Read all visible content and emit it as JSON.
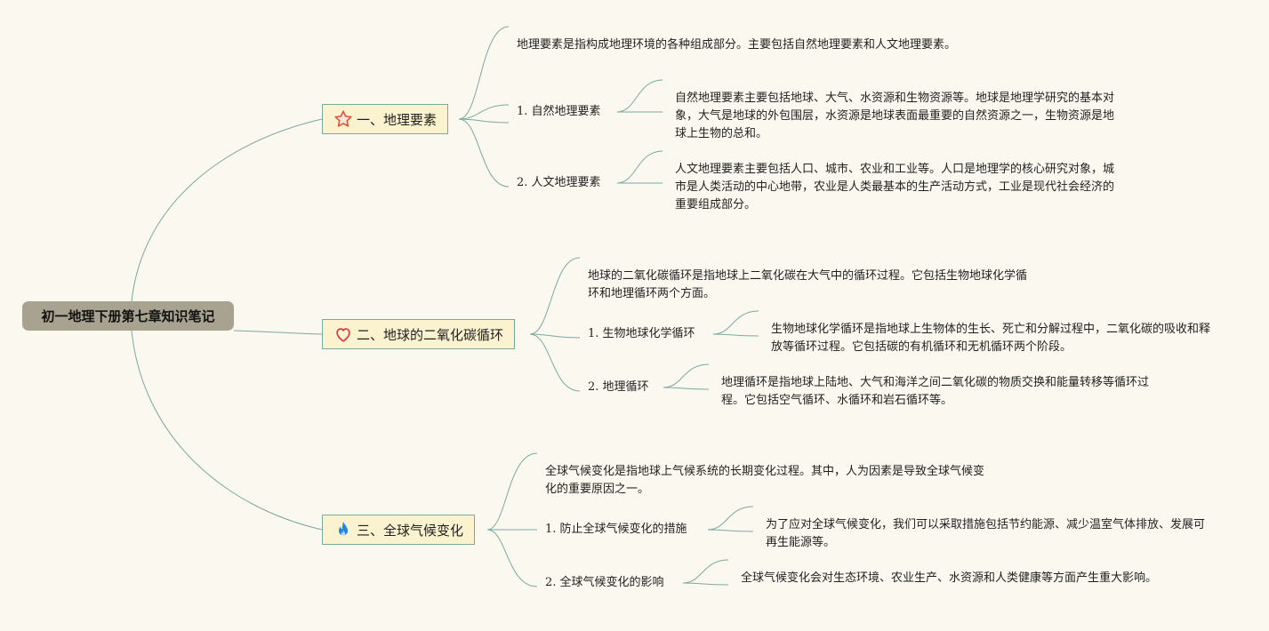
{
  "root": {
    "title": "初一地理下册第七章知识笔记"
  },
  "topics": [
    {
      "label": "一、地理要素",
      "icon": "star-icon",
      "intro": "地理要素是指构成地理环境的各种组成部分。主要包括自然地理要素和人文地理要素。",
      "subs": [
        {
          "label": "1. 自然地理要素",
          "detail": "自然地理要素主要包括地球、大气、水资源和生物资源等。地球是地理学研究的基本对象，大气是地球的外包围层，水资源是地球表面最重要的自然资源之一，生物资源是地球上生物的总和。"
        },
        {
          "label": "2. 人文地理要素",
          "detail": "人文地理要素主要包括人口、城市、农业和工业等。人口是地理学的核心研究对象，城市是人类活动的中心地带，农业是人类最基本的生产活动方式，工业是现代社会经济的重要组成部分。"
        }
      ]
    },
    {
      "label": "二、地球的二氧化碳循环",
      "icon": "heart-icon",
      "intro": "地球的二氧化碳循环是指地球上二氧化碳在大气中的循环过程。它包括生物地球化学循环和地理循环两个方面。",
      "subs": [
        {
          "label": "1. 生物地球化学循环",
          "detail": "生物地球化学循环是指地球上生物体的生长、死亡和分解过程中，二氧化碳的吸收和释放等循环过程。它包括碳的有机循环和无机循环两个阶段。"
        },
        {
          "label": "2. 地理循环",
          "detail": "地理循环是指地球上陆地、大气和海洋之间二氧化碳的物质交换和能量转移等循环过程。它包括空气循环、水循环和岩石循环等。"
        }
      ]
    },
    {
      "label": "三、全球气候变化",
      "icon": "fire-icon",
      "intro": "全球气候变化是指地球上气候系统的长期变化过程。其中，人为因素是导致全球气候变化的重要原因之一。",
      "subs": [
        {
          "label": "1. 防止全球气候变化的措施",
          "detail": "为了应对全球气候变化，我们可以采取措施包括节约能源、减少温室气体排放、发展可再生能源等。"
        },
        {
          "label": "2. 全球气候变化的影响",
          "detail": "全球气候变化会对生态环境、农业生产、水资源和人类健康等方面产生重大影响。"
        }
      ]
    }
  ]
}
